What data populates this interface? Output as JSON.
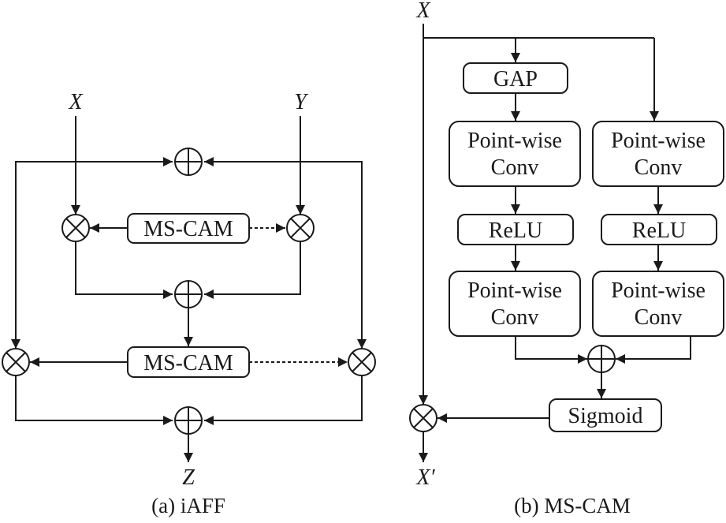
{
  "iaff": {
    "input_x": "X",
    "input_y": "Y",
    "output": "Z",
    "mscam_top": "MS-CAM",
    "mscam_bottom": "MS-CAM",
    "caption": "(a) iAFF"
  },
  "mscam": {
    "input": "X",
    "output": "X′",
    "gap": "GAP",
    "pw_conv_line1": "Point-wise",
    "pw_conv_line2": "Conv",
    "relu": "ReLU",
    "sigmoid": "Sigmoid",
    "caption": "(b) MS-CAM"
  }
}
